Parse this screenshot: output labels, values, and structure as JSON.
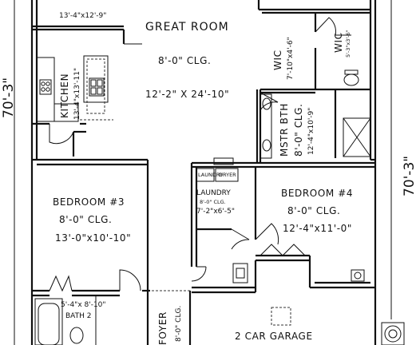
{
  "rooms": {
    "top_left": {
      "dims": "13'-4\"x12'-9\""
    },
    "great_room": {
      "name": "GREAT ROOM",
      "ceiling": "8'-0\" CLG.",
      "dims": "12'-2\" X 24'-10\""
    },
    "kitchen": {
      "name": "KITCHEN",
      "dims": "13'-4\"x13'-11\""
    },
    "wic_1": {
      "name": "WIC",
      "dims": "7'-10\"x4'-6\""
    },
    "wic_2": {
      "name": "WIC",
      "dims": "5'-3\"x3'-6\""
    },
    "mstr_bath": {
      "name": "MSTR BTH",
      "ceiling": "8'-0\" CLG.",
      "dims": "12'-4\"x10'-9\""
    },
    "bedroom_3": {
      "name": "BEDROOM #3",
      "ceiling": "8'-0\" CLG.",
      "dims": "13'-0\"x10'-10\""
    },
    "bedroom_4": {
      "name": "BEDROOM #4",
      "ceiling": "8'-0\" CLG.",
      "dims": "12'-4\"x11'-0\""
    },
    "laundry": {
      "name": "LAUNDRY",
      "ceiling": "8'-0\" CLG.",
      "dims": "7'-2\"x6'-5\"",
      "tag_left": "LAUNDRY",
      "tag_right": "DRYER"
    },
    "bath_2": {
      "name": "BATH 2",
      "dims": "5'-4\"x 8'-10\""
    },
    "foyer": {
      "name": "FOYER",
      "ceiling": "8'-0\" CLG."
    },
    "garage": {
      "name": "2 CAR GARAGE"
    }
  },
  "overall_dims": {
    "left": "70'-3\"",
    "right": "70'-3\""
  }
}
